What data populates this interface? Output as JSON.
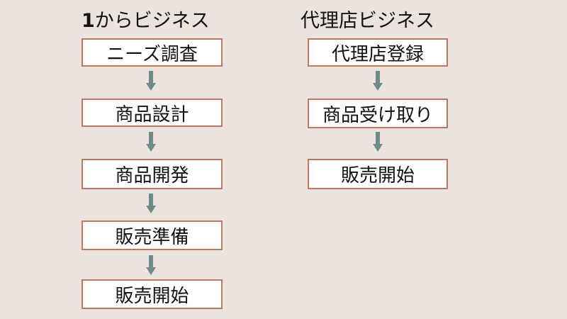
{
  "left_column": {
    "title_num": "1",
    "title_rest": "からビジネス",
    "steps": [
      "ニーズ調査",
      "商品設計",
      "商品開発",
      "販売準備",
      "販売開始"
    ]
  },
  "right_column": {
    "title": "代理店ビジネス",
    "steps": [
      "代理店登録",
      "商品受け取り",
      "販売開始"
    ]
  },
  "colors": {
    "background": "#ebe3de",
    "box_border": "#b87a60",
    "box_fill": "#ffffff",
    "arrow": "#6f8a88"
  }
}
